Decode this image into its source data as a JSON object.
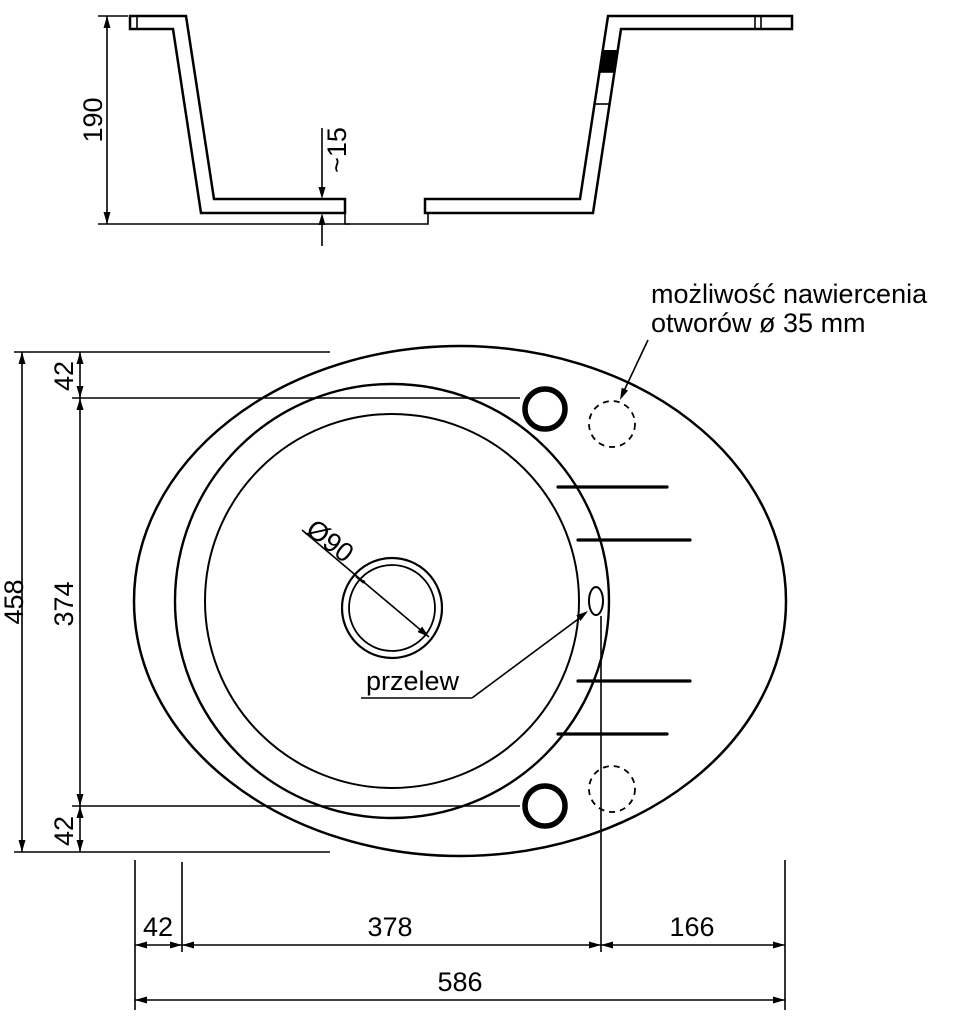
{
  "section_view": {
    "height": "190",
    "floor_thickness": "~15"
  },
  "plan_view": {
    "drain_diameter": "Ø90",
    "overflow_label": "przelew",
    "drill_note_line1": "możliwość nawiercenia",
    "drill_note_line2": "otworów ø 35 mm"
  },
  "vertical_dimensions": {
    "total": "458",
    "top_offset": "42",
    "middle": "374",
    "bottom_offset": "42"
  },
  "horizontal_dimensions": {
    "left_offset": "42",
    "bowl": "378",
    "drainer": "166",
    "total": "586"
  },
  "colors": {
    "line": "#000000",
    "background": "#ffffff"
  }
}
